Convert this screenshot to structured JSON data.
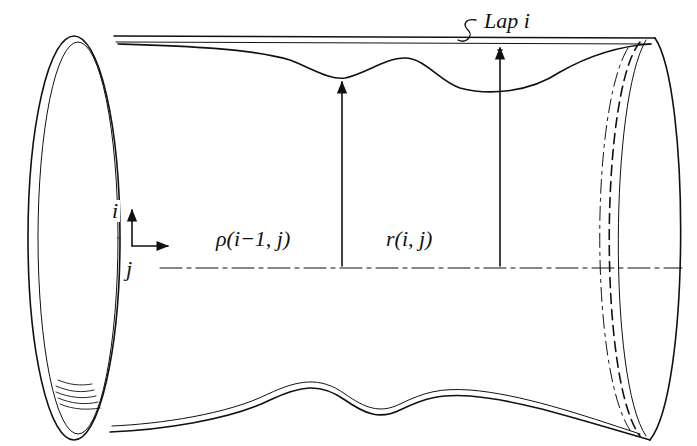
{
  "diagram": {
    "labels": [
      "Lap i",
      "ρ(i−1, j)",
      "r(i, j)",
      "i",
      "j"
    ]
  }
}
